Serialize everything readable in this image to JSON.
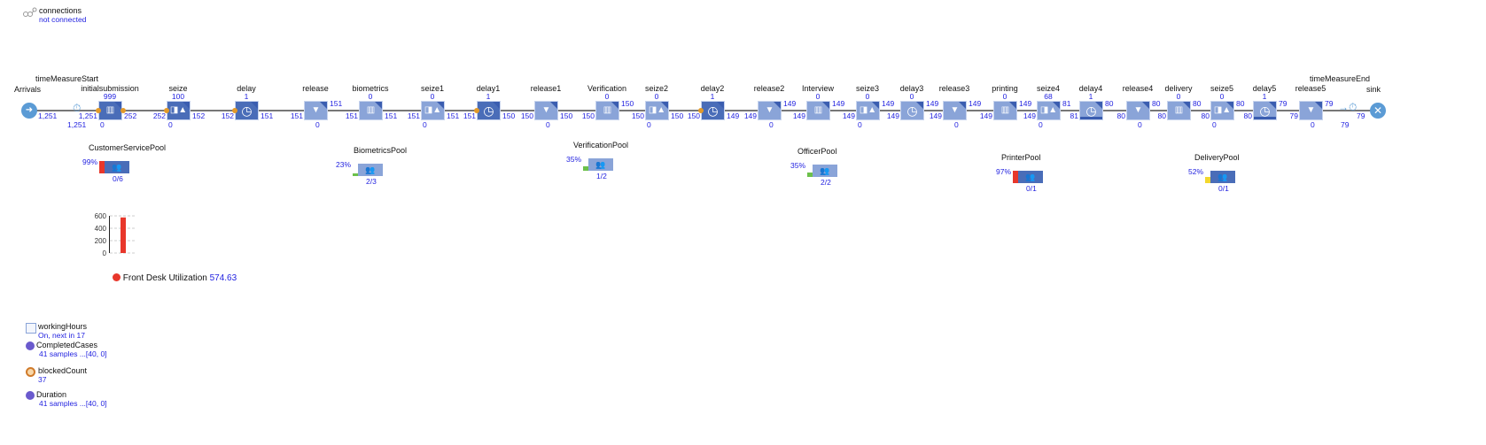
{
  "connections": {
    "label": "connections",
    "status": "not connected",
    "icon": "share-nodes-icon"
  },
  "flow": {
    "arrivals": {
      "label": "Arrivals",
      "out": "1,251"
    },
    "timeMeasureStart": {
      "label": "timeMeasureStart",
      "count": "1,251"
    },
    "blocks": [
      {
        "label": "initialsubmission",
        "type": "queue",
        "top": "999",
        "in": "1,251",
        "out": "252",
        "bottom": "0",
        "dark": true
      },
      {
        "label": "seize",
        "type": "seize",
        "top": "100",
        "in": "252",
        "out": "152",
        "bottom": "0",
        "dark": true
      },
      {
        "label": "delay",
        "type": "delay",
        "top": "1",
        "in": "152",
        "out": "151",
        "dark": true
      },
      {
        "label": "release",
        "type": "release",
        "in": "151",
        "out": "151",
        "bottom": "0"
      },
      {
        "label": "biometrics",
        "type": "queue",
        "top": "0",
        "in": "151",
        "out": "151"
      },
      {
        "label": "seize1",
        "type": "seize",
        "top": "0",
        "in": "151",
        "out": "151",
        "bottom": "0"
      },
      {
        "label": "delay1",
        "type": "delay",
        "top": "1",
        "in": "151",
        "out": "150",
        "dark": true
      },
      {
        "label": "release1",
        "type": "release",
        "in": "150",
        "out": "150",
        "bottom": "0"
      },
      {
        "label": "Verification",
        "type": "queue",
        "top": "0",
        "in": "150",
        "out": "150"
      },
      {
        "label": "seize2",
        "type": "seize",
        "top": "0",
        "in": "150",
        "out": "150",
        "bottom": "0"
      },
      {
        "label": "delay2",
        "type": "delay",
        "top": "1",
        "in": "150",
        "out": "149",
        "dark": true
      },
      {
        "label": "release2",
        "type": "release",
        "in": "149",
        "out": "149",
        "bottom": "0"
      },
      {
        "label": "Interview",
        "type": "queue",
        "top": "0",
        "in": "149",
        "out": "149"
      },
      {
        "label": "seize3",
        "type": "seize",
        "top": "0",
        "in": "149",
        "out": "149",
        "bottom": "0"
      },
      {
        "label": "delay3",
        "type": "delay",
        "top": "0",
        "in": "149",
        "out": "149"
      },
      {
        "label": "release3",
        "type": "release",
        "in": "149",
        "out": "149",
        "bottom": "0"
      },
      {
        "label": "printing",
        "type": "queue",
        "top": "0",
        "in": "149",
        "out": "149"
      },
      {
        "label": "seize4",
        "type": "seize",
        "top": "68",
        "in": "149",
        "out": "81",
        "bottom": "0"
      },
      {
        "label": "delay4",
        "type": "delay",
        "top": "1",
        "in": "81",
        "out": "80",
        "bar": true
      },
      {
        "label": "release4",
        "type": "release",
        "in": "80",
        "out": "80",
        "bottom": "0"
      },
      {
        "label": "delivery",
        "type": "queue",
        "top": "0",
        "in": "80",
        "out": "80"
      },
      {
        "label": "seize5",
        "type": "seize",
        "top": "0",
        "in": "80",
        "out": "80",
        "bottom": "0"
      },
      {
        "label": "delay5",
        "type": "delay",
        "top": "1",
        "in": "80",
        "out": "79",
        "bar": true
      },
      {
        "label": "release5",
        "type": "release",
        "in": "79",
        "out": "79",
        "bottom": "0"
      }
    ],
    "timeMeasureEnd": {
      "label": "timeMeasureEnd",
      "count": "79"
    },
    "sink": {
      "label": "sink",
      "in": "79"
    }
  },
  "pools": [
    {
      "label": "CustomerServicePool",
      "util": "99%",
      "count": "0/6",
      "util_value": 99,
      "color": "#e8372b"
    },
    {
      "label": "BiometricsPool",
      "util": "23%",
      "count": "2/3",
      "util_value": 23,
      "color": "#6cc04a"
    },
    {
      "label": "VerificationPool",
      "util": "35%",
      "count": "1/2",
      "util_value": 35,
      "color": "#6cc04a"
    },
    {
      "label": "OfficerPool",
      "util": "35%",
      "count": "2/2",
      "util_value": 35,
      "color": "#6cc04a"
    },
    {
      "label": "PrinterPool",
      "util": "97%",
      "count": "0/1",
      "util_value": 97,
      "color": "#e8372b"
    },
    {
      "label": "DeliveryPool",
      "util": "52%",
      "count": "0/1",
      "util_value": 52,
      "color": "#f2d72e"
    }
  ],
  "chart_data": {
    "type": "bar",
    "categories": [
      "Front Desk Utilization"
    ],
    "values": [
      574.63
    ],
    "value_label": "574.63",
    "ylim": [
      0,
      600
    ],
    "yticks": [
      "0",
      "200",
      "400",
      "600"
    ],
    "bar_color": "#e8372b",
    "grid": true,
    "legend": "bottom"
  },
  "stats": [
    {
      "label": "workingHours",
      "value": "On, next in 17",
      "icon": "schedule-icon"
    },
    {
      "label": "CompletedCases",
      "value": "41 samples ...[40, 0]",
      "icon": "dataset-icon"
    },
    {
      "label": "blockedCount",
      "value": "37",
      "icon": "variable-icon"
    },
    {
      "label": "Duration",
      "value": "41 samples ...[40, 0]",
      "icon": "dataset-icon"
    }
  ]
}
